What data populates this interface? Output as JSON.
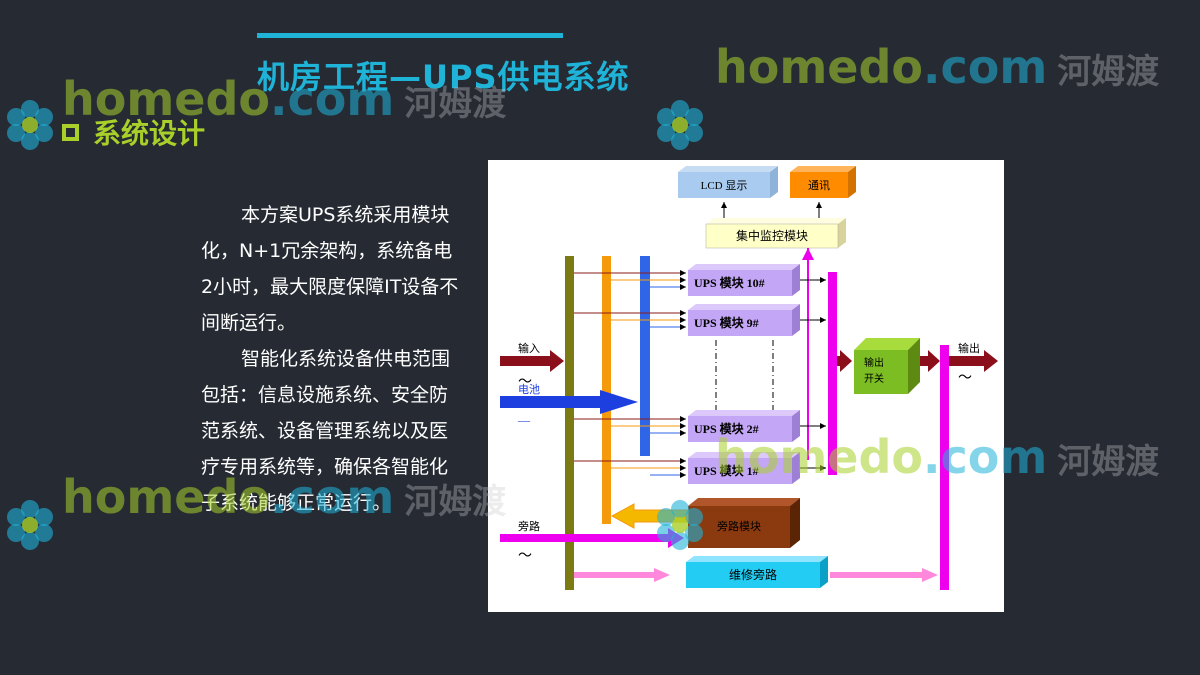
{
  "header": {
    "title": "机房工程—UPS供电系统"
  },
  "section": {
    "label": "系统设计"
  },
  "body": {
    "paragraph1": "本方案UPS系统采用模块化，N+1冗余架构，系统备电2小时，最大限度保障IT设备不间断运行。",
    "paragraph2": "智能化系统设备供电范围包括：信息设施系统、安全防范系统、设备管理系统以及医疗专用系统等，确保各智能化子系统能够正常运行。"
  },
  "diagram": {
    "lcd": "LCD 显示",
    "comm": "通讯",
    "monitor": "集中监控模块",
    "ups10": "UPS  模块  10#",
    "ups9": "UPS  模块  9#",
    "ups2": "UPS  模块  2#",
    "ups1": "UPS  模块  1#",
    "input": "输入",
    "battery": "电池",
    "bypass": "旁路",
    "static_bypass": "旁路模块",
    "maint_bypass": "维修旁路",
    "output_switch_1": "输出",
    "output_switch_2": "开关",
    "output": "输出",
    "ac_symbol": "～",
    "dc_symbol": "—"
  },
  "watermark": {
    "brand": "homedo",
    "domain": ".com",
    "cn": "河姆渡"
  },
  "colors": {
    "title": "#1fb3d8",
    "accent": "#a8cf2a",
    "background": "#262a33"
  }
}
